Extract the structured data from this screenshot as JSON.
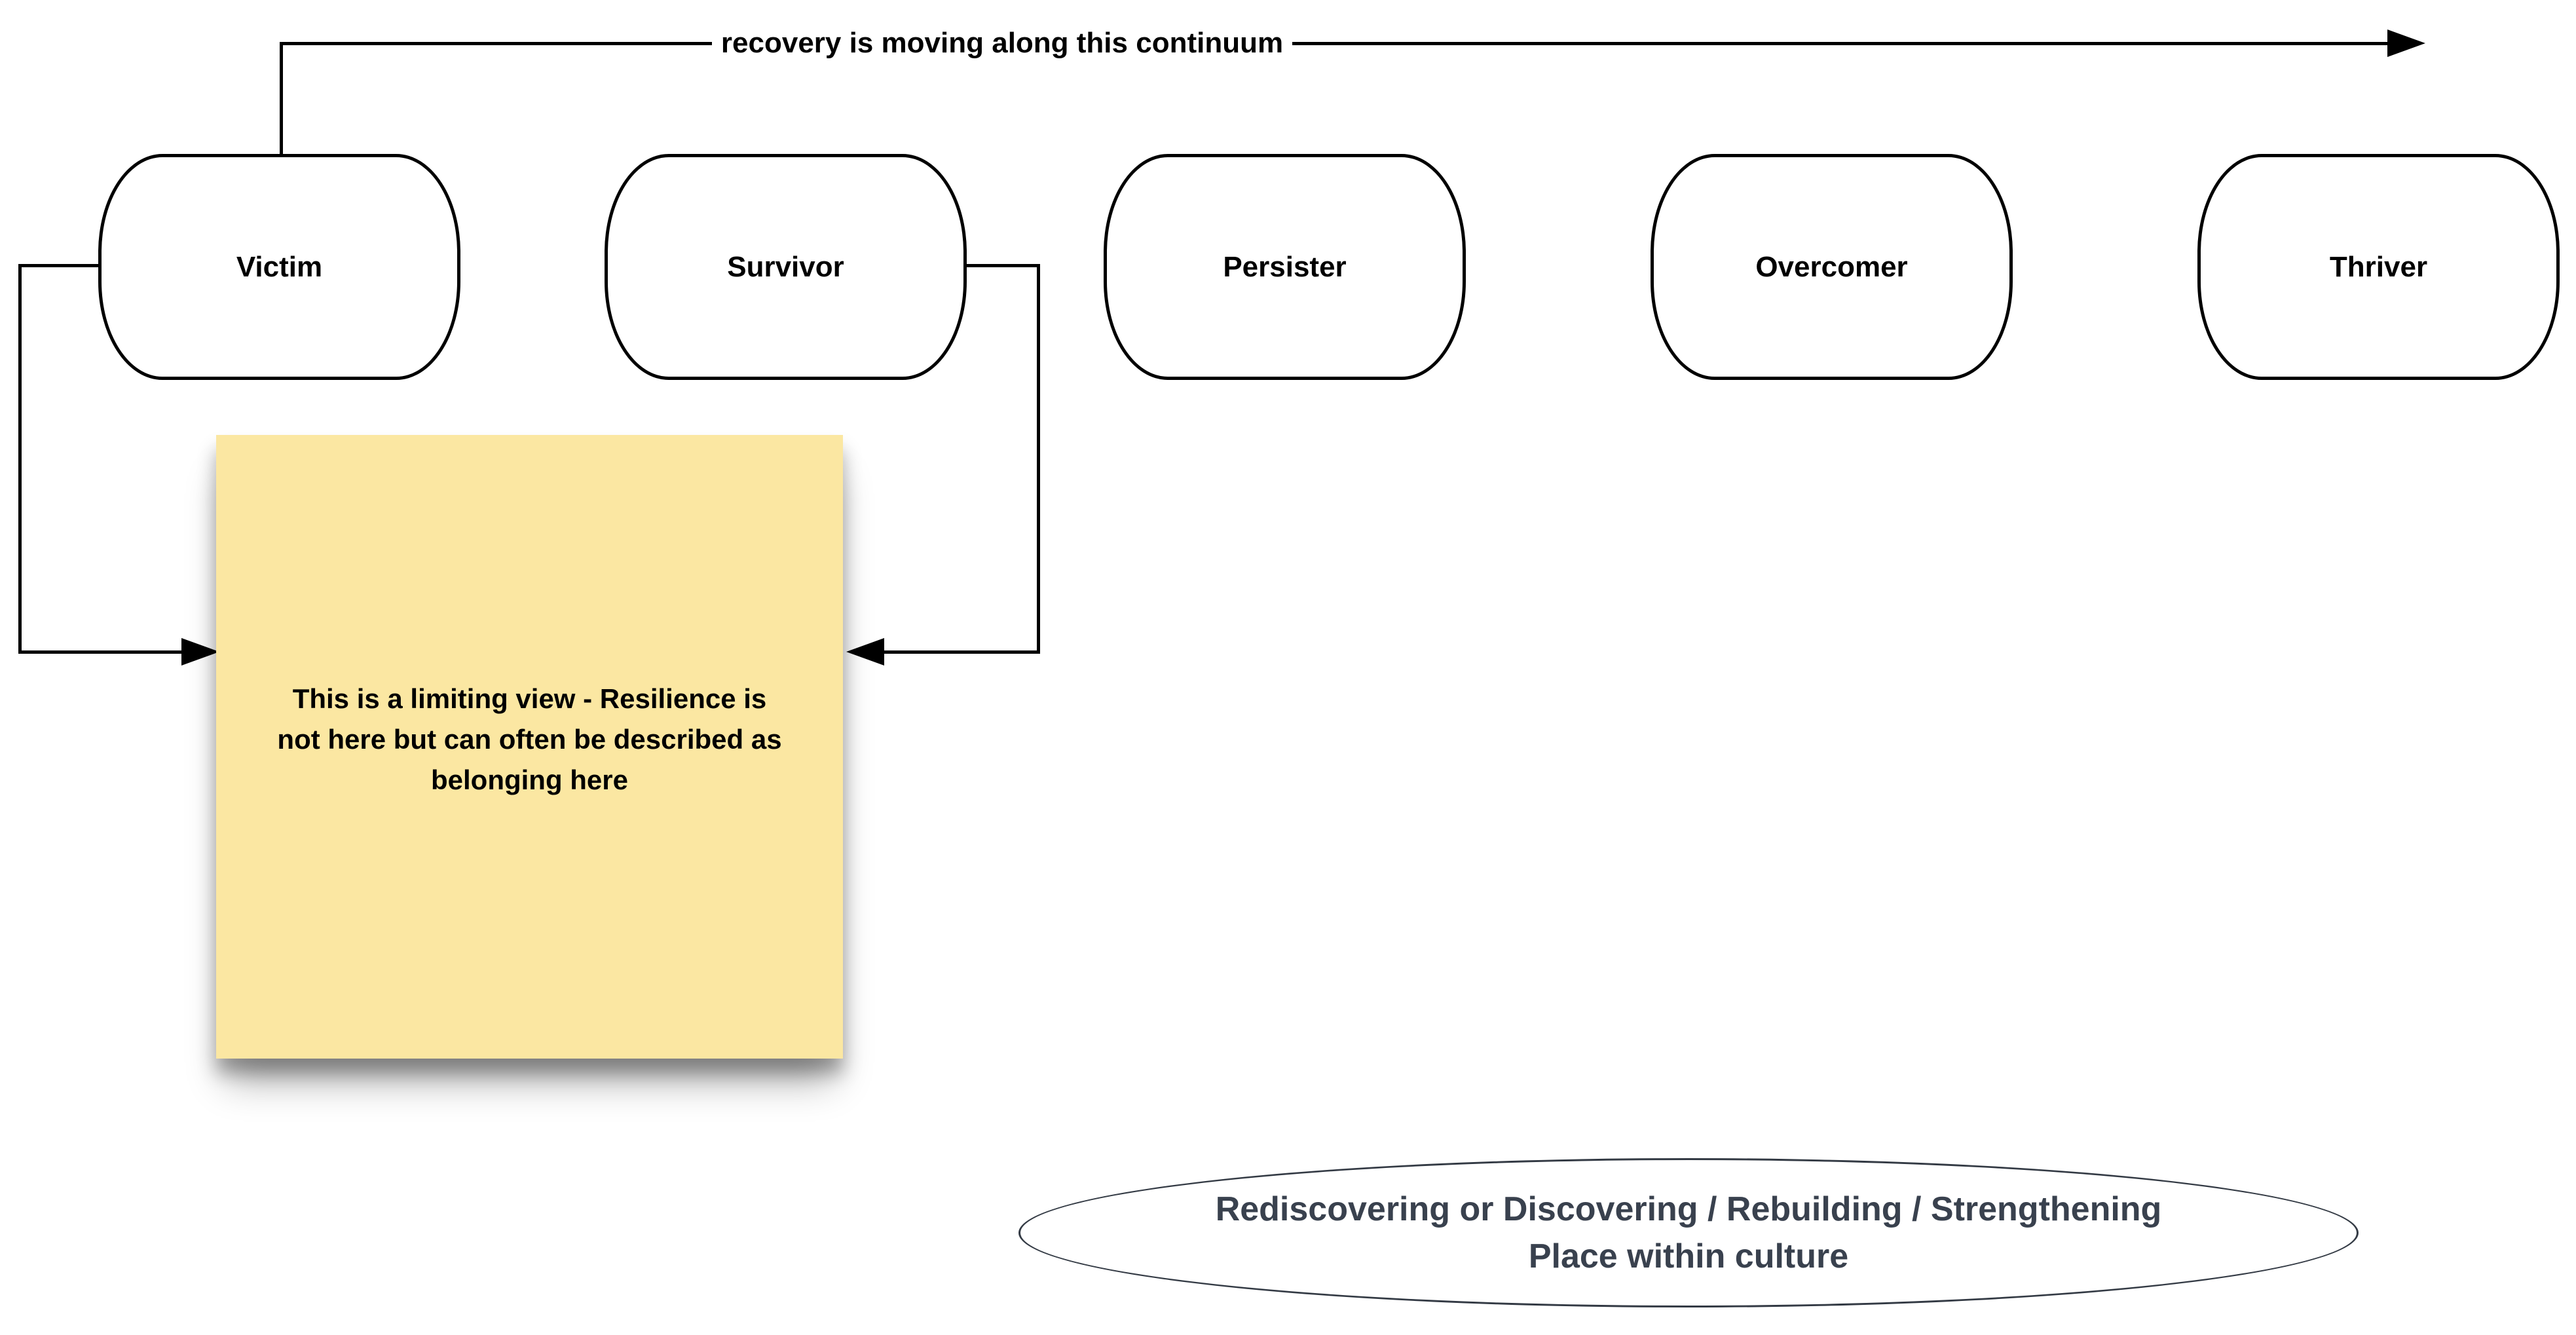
{
  "top_arrow": {
    "label": "recovery is moving along this continuum"
  },
  "stages": [
    {
      "label": "Victim"
    },
    {
      "label": "Survivor"
    },
    {
      "label": "Persister"
    },
    {
      "label": "Overcomer"
    },
    {
      "label": "Thriver"
    }
  ],
  "sticky_note": {
    "fill": "#FBE7A2",
    "lines": [
      "This is a limiting view - Resilience is",
      "not here but can often be described as",
      "belonging here"
    ]
  },
  "culture_ellipse": {
    "text_color": "#39414E",
    "border_color": "#333A44",
    "lines": [
      "Rediscovering or Discovering / Rebuilding / Strengthening",
      "Place within culture"
    ]
  },
  "colors": {
    "line": "#000000",
    "background": "#FFFFFF"
  }
}
